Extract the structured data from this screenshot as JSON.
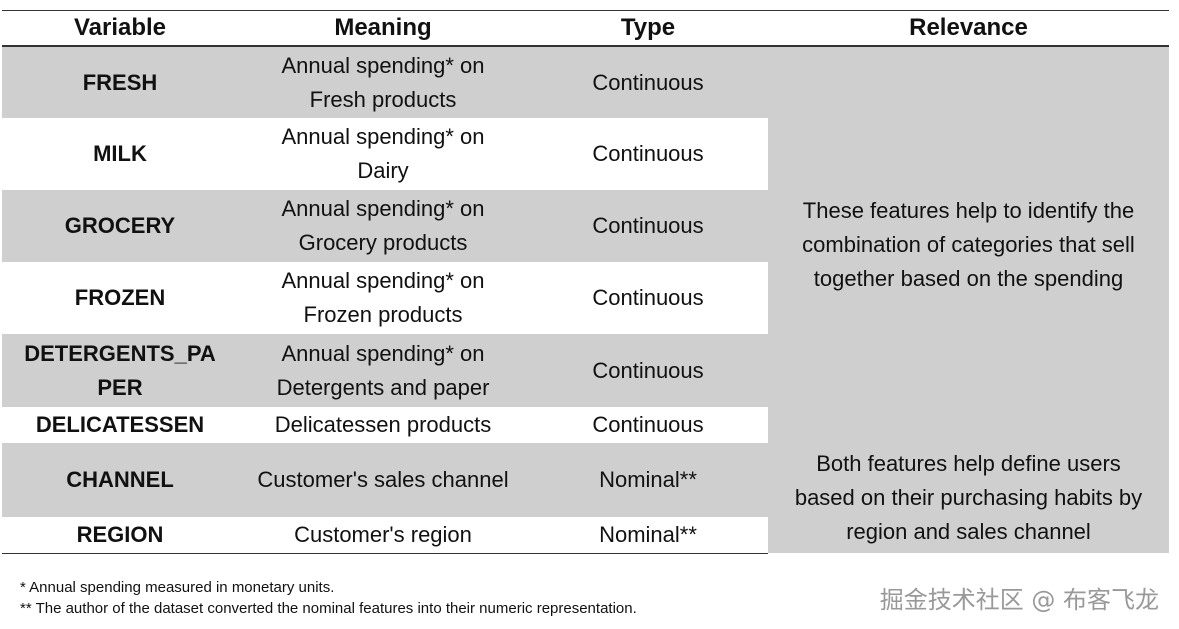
{
  "headers": [
    "Variable",
    "Meaning",
    "Type",
    "Relevance"
  ],
  "rows": [
    {
      "variable": "FRESH",
      "meaning_l1": "Annual spending* on",
      "meaning_l2": "Fresh products",
      "type": "Continuous"
    },
    {
      "variable": "MILK",
      "meaning_l1": "Annual spending* on",
      "meaning_l2": "Dairy",
      "type": "Continuous"
    },
    {
      "variable": "GROCERY",
      "meaning_l1": "Annual spending* on",
      "meaning_l2": "Grocery products",
      "type": "Continuous"
    },
    {
      "variable": "FROZEN",
      "meaning_l1": "Annual spending* on",
      "meaning_l2": "Frozen products",
      "type": "Continuous"
    },
    {
      "variable_l1": "DETERGENTS_PA",
      "variable_l2": "PER",
      "meaning_l1": "Annual spending* on",
      "meaning_l2": "Detergents and paper",
      "type": "Continuous"
    },
    {
      "variable": "DELICATESSEN",
      "meaning_l1": "Delicatessen products",
      "type": "Continuous"
    },
    {
      "variable": "CHANNEL",
      "meaning_l1": "Customer's sales channel",
      "type": "Nominal**"
    },
    {
      "variable": "REGION",
      "meaning_l1": "Customer's region",
      "type": "Nominal**"
    }
  ],
  "relevance": {
    "group1": [
      "These features help to identify the",
      "combination of categories that sell",
      "together based on the spending"
    ],
    "group2": [
      "Both features help define users",
      "based on their purchasing habits by",
      "region and sales channel"
    ]
  },
  "footnotes": [
    "* Annual spending measured in monetary units.",
    "** The author of the dataset converted the nominal features into their numeric representation."
  ],
  "watermark": "掘金技术社区 @ 布客飞龙"
}
